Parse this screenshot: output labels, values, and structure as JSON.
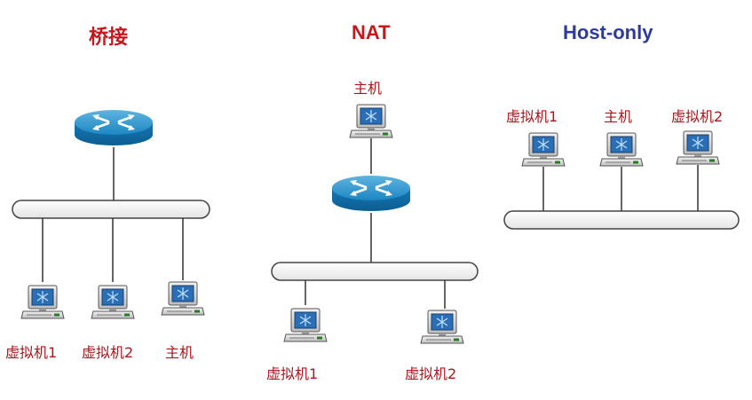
{
  "diagrams": {
    "bridge": {
      "title": "桥接",
      "labels": [
        "虚拟机1",
        "虚拟机2",
        "主机"
      ]
    },
    "nat": {
      "title": "NAT",
      "host_label": "主机",
      "labels": [
        "虚拟机1",
        "虚拟机2"
      ]
    },
    "host_only": {
      "title": "Host-only",
      "labels": [
        "虚拟机1",
        "主机",
        "虚拟机2"
      ]
    }
  },
  "colors": {
    "title_red": "#c8161d",
    "title_blue": "#2e3b9c",
    "label_red": "#b0141a",
    "router_blue": "#1e8fc8",
    "screen_blue": "#2a6fb5"
  },
  "icons": [
    "router-icon",
    "computer-icon",
    "network-bus"
  ]
}
